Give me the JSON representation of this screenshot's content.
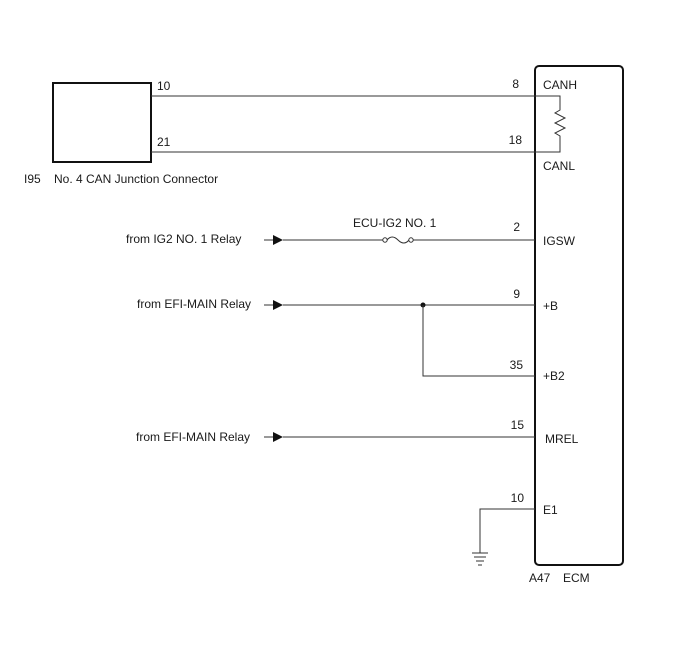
{
  "junction_connector": {
    "code": "I95",
    "name": "No. 4 CAN Junction Connector",
    "pins": {
      "top": "10",
      "bottom": "21"
    }
  },
  "ecm": {
    "code": "A47",
    "name": "ECM",
    "pins": [
      {
        "number": "8",
        "label": "CANH"
      },
      {
        "number": "18",
        "label": "CANL"
      },
      {
        "number": "2",
        "label": "IGSW"
      },
      {
        "number": "9",
        "label": "+B"
      },
      {
        "number": "35",
        "label": "+B2"
      },
      {
        "number": "15",
        "label": "MREL"
      },
      {
        "number": "10",
        "label": "E1"
      }
    ]
  },
  "fuse": {
    "label": "ECU-IG2 NO. 1"
  },
  "sources": {
    "igsw": "from IG2 NO. 1 Relay",
    "plus_b": "from EFI-MAIN Relay",
    "mrel": "from EFI-MAIN Relay"
  }
}
